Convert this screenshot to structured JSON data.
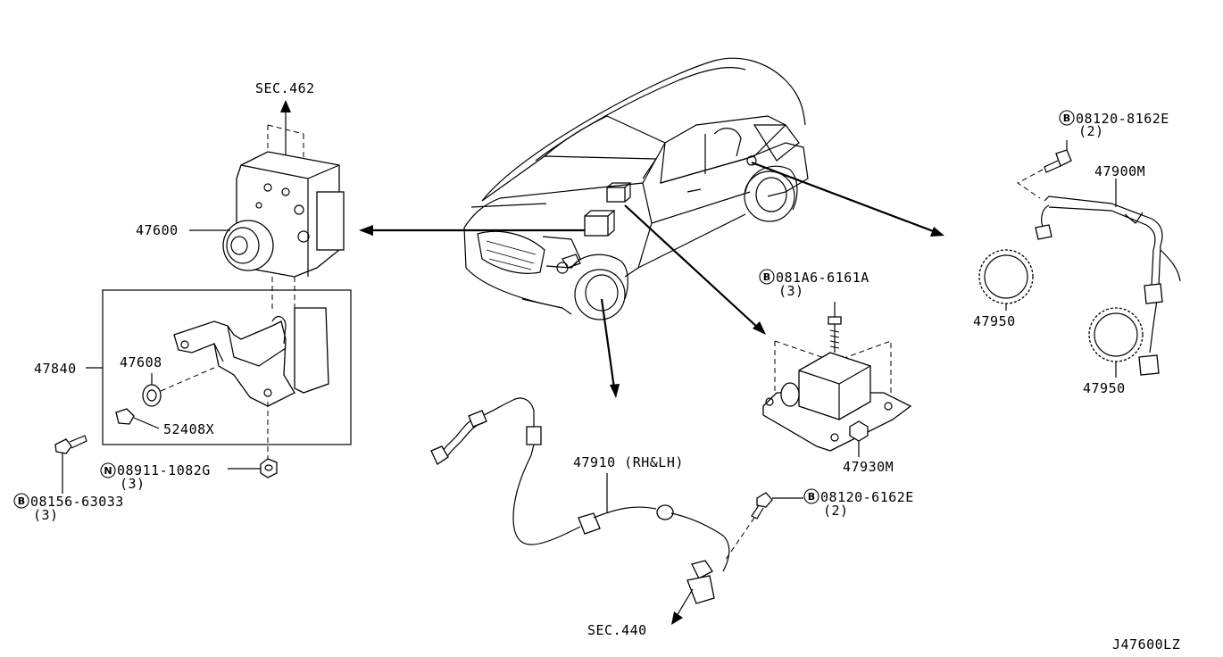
{
  "labels": {
    "sec_462": "SEC.462",
    "p47600": "47600",
    "p47840": "47840",
    "p47608": "47608",
    "p52408x": "52408X",
    "n_part": "08911-1082G",
    "n_qty": "(3)",
    "b_08156": "08156-63033",
    "b_08156_qty": "(3)",
    "b_081a6": "081A6-6161A",
    "b_081a6_qty": "(3)",
    "p47930m": "47930M",
    "p47910": "47910 (RH&LH)",
    "b_08120_6162": "08120-6162E",
    "b_08120_6162_qty": "(2)",
    "sec_440": "SEC.440",
    "b_08120_8162": "08120-8162E",
    "b_08120_8162_qty": "(2)",
    "p47900m": "47900M",
    "p47950_a": "47950",
    "p47950_b": "47950",
    "diagram_code": "J47600LZ"
  },
  "markers": {
    "b": "B",
    "n": "N"
  }
}
